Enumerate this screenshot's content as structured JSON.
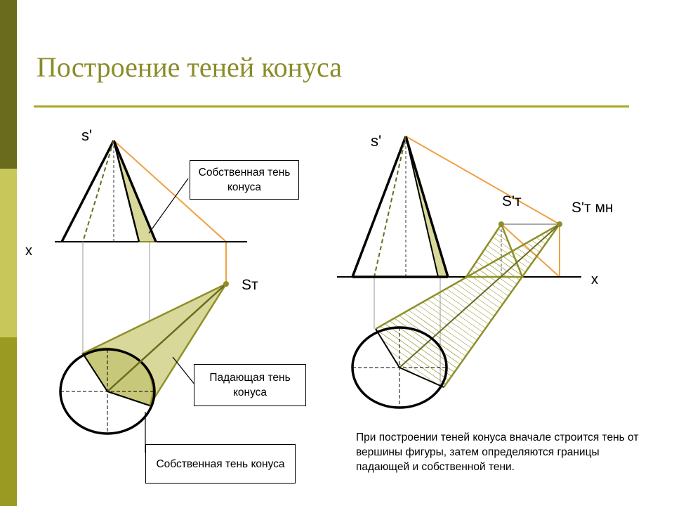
{
  "title": "Построение теней конуса",
  "colors": {
    "title": "#8B8B2A",
    "rule": "#A8A828",
    "sidebar_dark": "#6B6B1E",
    "sidebar_light": "#C8C85A",
    "sidebar_mid": "#9A9A22",
    "shadow_fill": "#D8D89A",
    "shadow_edge": "#8F8F28",
    "light_ray": "#F0A040"
  },
  "labels": {
    "s_prime_left": "s'",
    "x_left": "x",
    "s_t_left": "Sт",
    "s_prime_right": "s'",
    "s_prime_t": "S'т",
    "s_prime_t_mn": "S'т мн",
    "x_right": "x"
  },
  "callouts": {
    "own_shadow_top": "Собственная тень конуса",
    "falling_shadow": "Падающая тень конуса",
    "own_shadow_bottom": "Собственная тень конуса"
  },
  "caption": "При построении теней конуса вначале строится тень от вершины фигуры, затем определяются границы падающей и собственной тени."
}
